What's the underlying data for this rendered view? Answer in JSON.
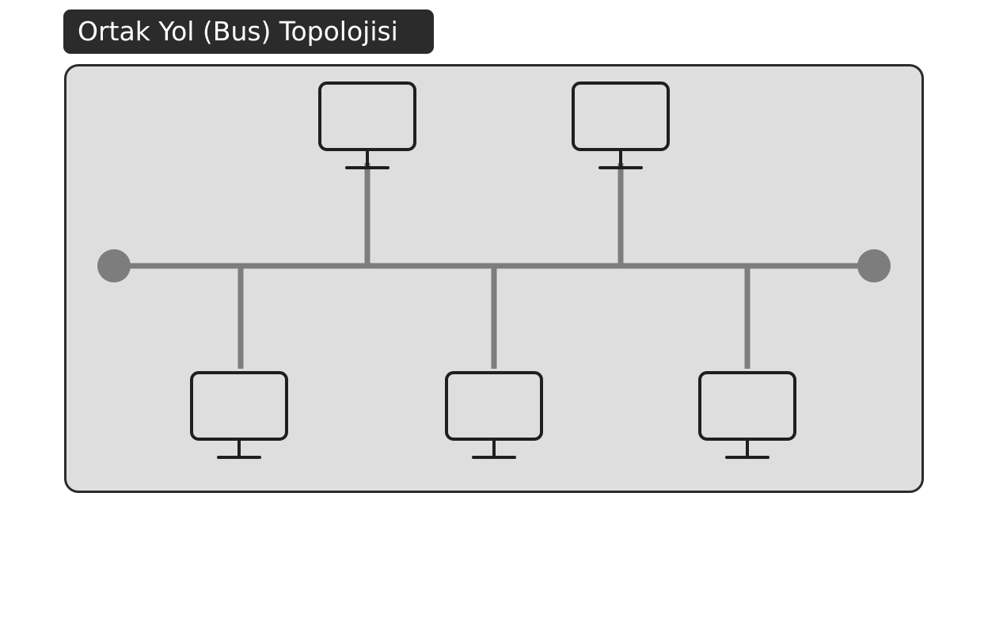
{
  "title": "Ortak Yol (Bus) Topolojisi",
  "colors": {
    "title_background": "#2b2b2b",
    "title_text": "#ffffff",
    "panel_background": "#dedede",
    "panel_border": "#2b2b2b",
    "bus_line": "#7d7d7d",
    "terminator": "#7d7d7d",
    "computer_outline": "#1f1f1f"
  },
  "diagram": {
    "type": "bus-topology",
    "terminators": 2,
    "computers": [
      {
        "id": "pc-top-1",
        "side": "top"
      },
      {
        "id": "pc-top-2",
        "side": "top"
      },
      {
        "id": "pc-bottom-1",
        "side": "bottom"
      },
      {
        "id": "pc-bottom-2",
        "side": "bottom"
      },
      {
        "id": "pc-bottom-3",
        "side": "bottom"
      }
    ],
    "icons": {
      "computer": "monitor-icon",
      "terminator": "terminator-icon"
    }
  }
}
